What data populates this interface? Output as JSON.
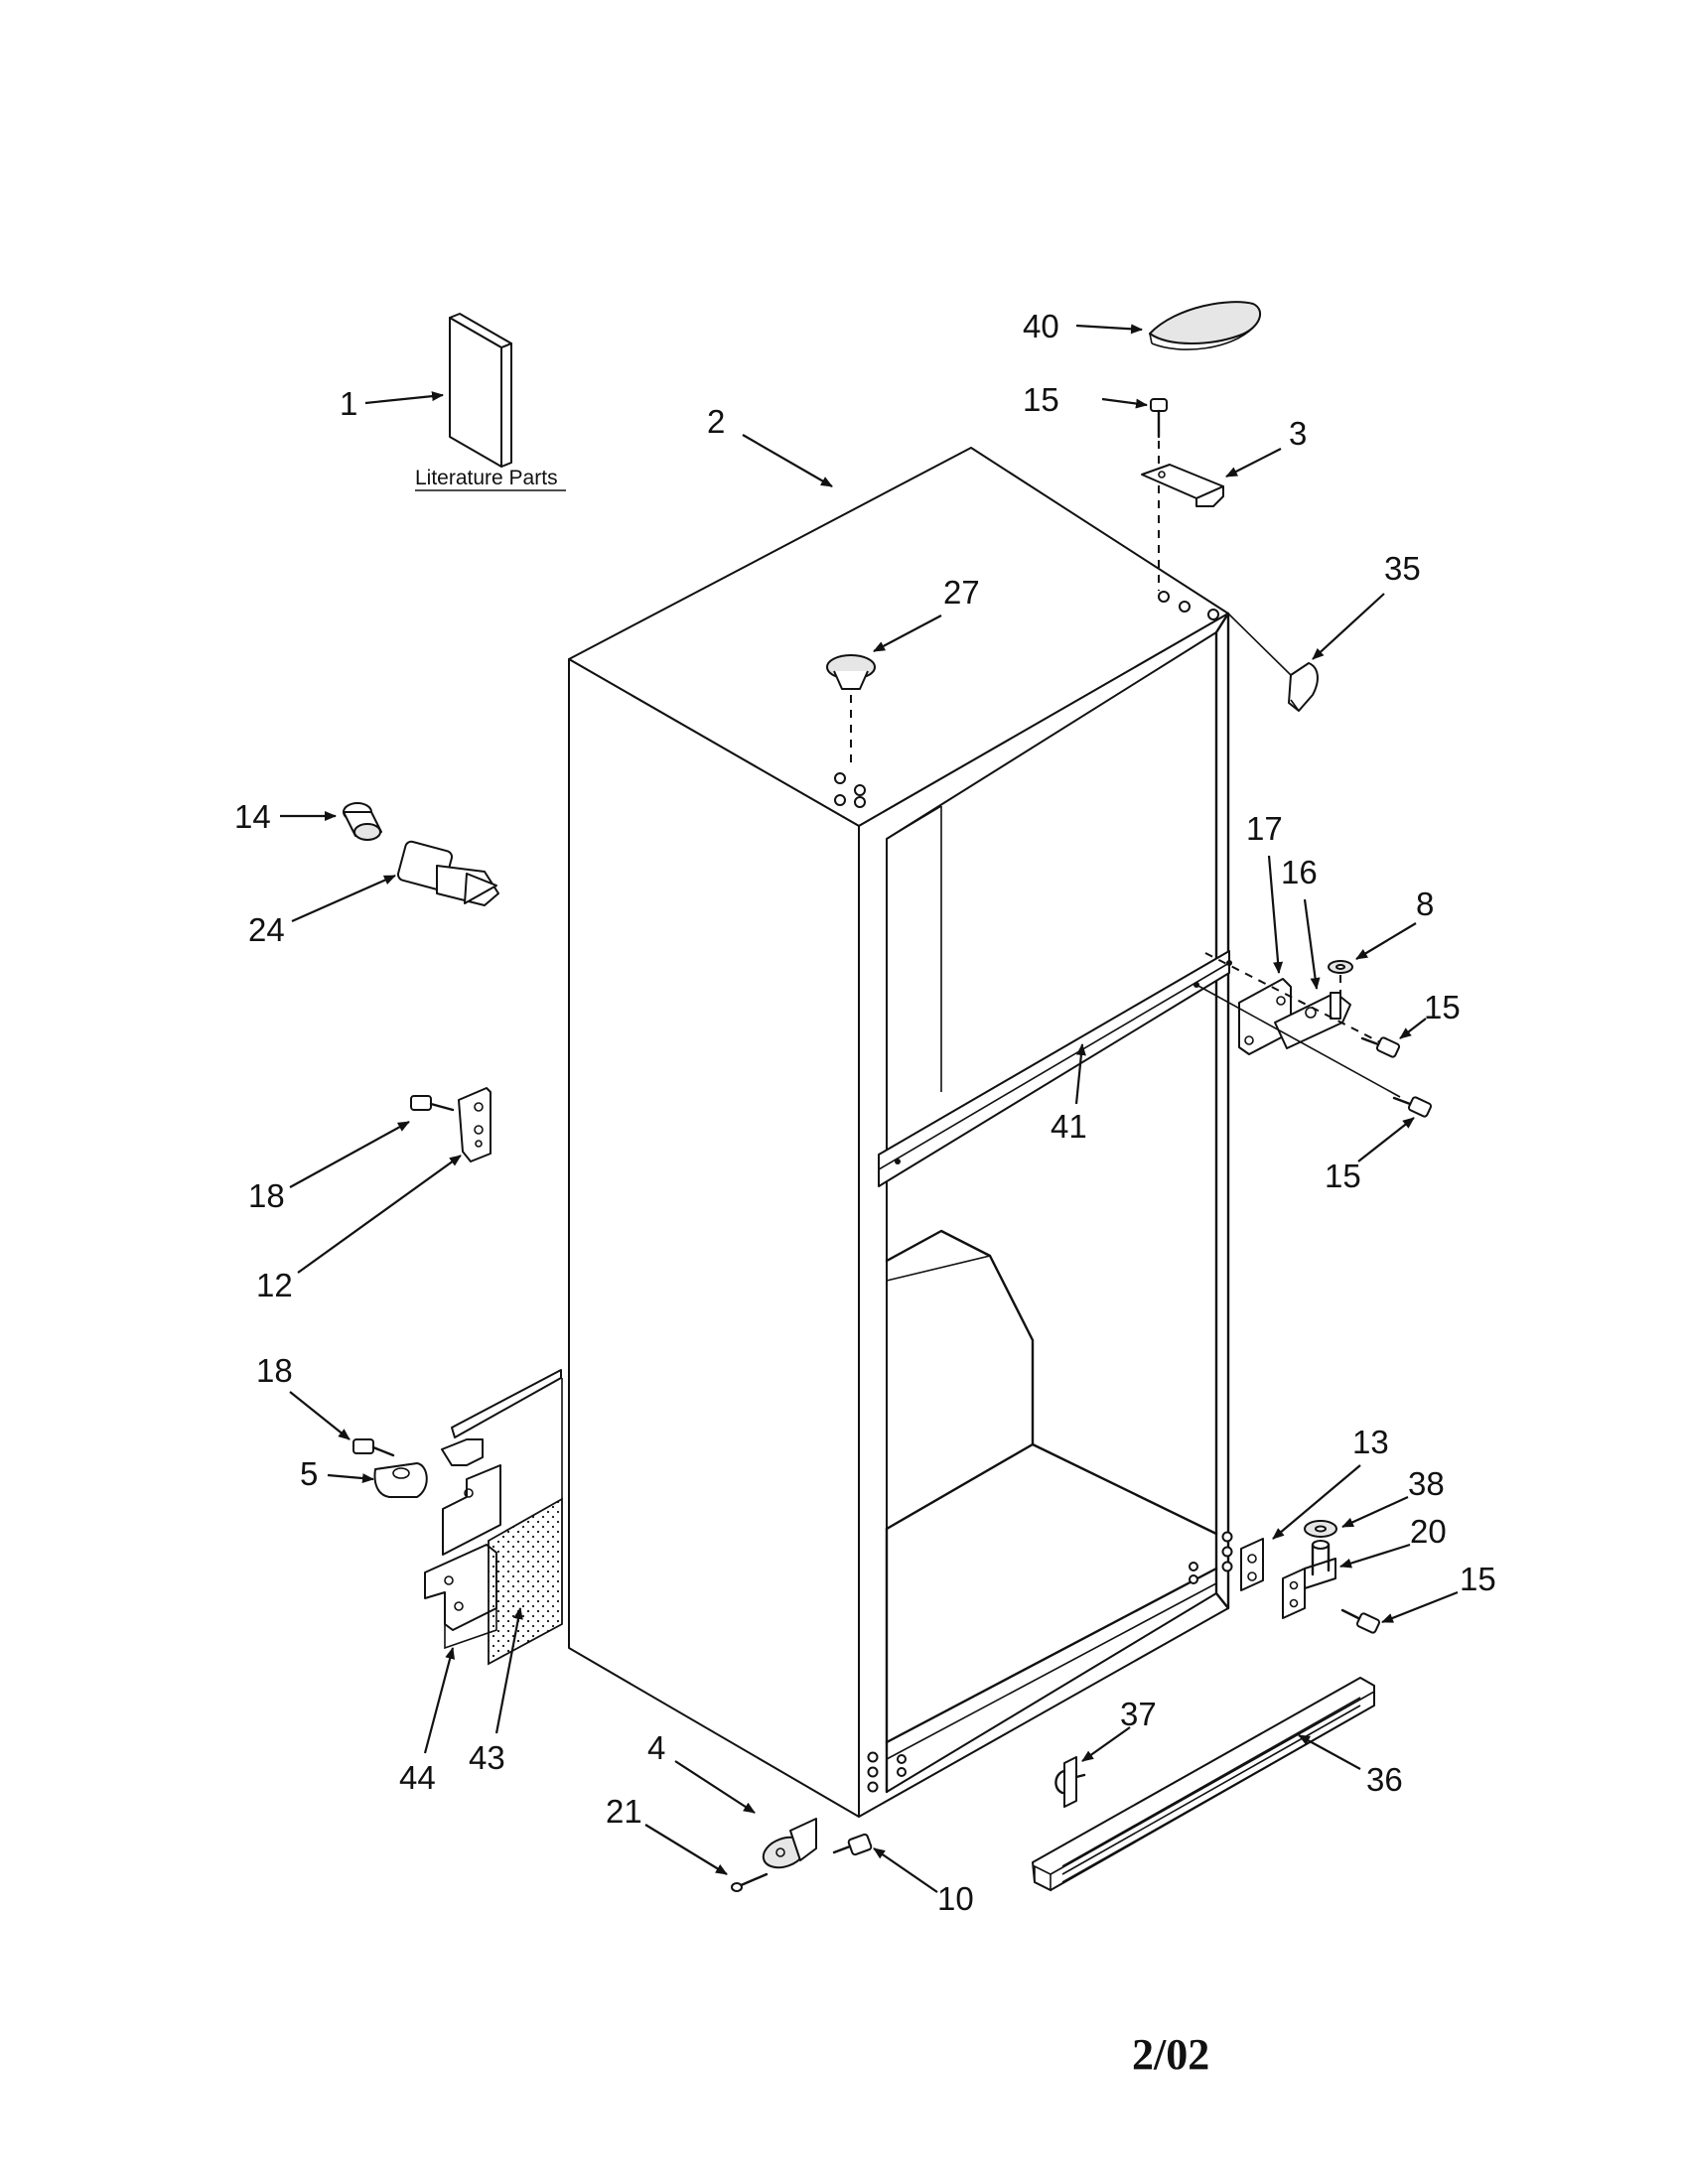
{
  "diagram": {
    "literature_label": "Literature Parts",
    "date_code": "2/02",
    "callouts": [
      {
        "id": "c1",
        "text": "1"
      },
      {
        "id": "c2",
        "text": "2"
      },
      {
        "id": "c40",
        "text": "40"
      },
      {
        "id": "c15a",
        "text": "15"
      },
      {
        "id": "c3",
        "text": "3"
      },
      {
        "id": "c35",
        "text": "35"
      },
      {
        "id": "c27",
        "text": "27"
      },
      {
        "id": "c14",
        "text": "14"
      },
      {
        "id": "c24",
        "text": "24"
      },
      {
        "id": "c17",
        "text": "17"
      },
      {
        "id": "c16",
        "text": "16"
      },
      {
        "id": "c8",
        "text": "8"
      },
      {
        "id": "c15b",
        "text": "15"
      },
      {
        "id": "c41",
        "text": "41"
      },
      {
        "id": "c15c",
        "text": "15"
      },
      {
        "id": "c18a",
        "text": "18"
      },
      {
        "id": "c12",
        "text": "12"
      },
      {
        "id": "c18b",
        "text": "18"
      },
      {
        "id": "c5",
        "text": "5"
      },
      {
        "id": "c13",
        "text": "13"
      },
      {
        "id": "c38",
        "text": "38"
      },
      {
        "id": "c20",
        "text": "20"
      },
      {
        "id": "c15d",
        "text": "15"
      },
      {
        "id": "c44",
        "text": "44"
      },
      {
        "id": "c43",
        "text": "43"
      },
      {
        "id": "c37",
        "text": "37"
      },
      {
        "id": "c36",
        "text": "36"
      },
      {
        "id": "c4",
        "text": "4"
      },
      {
        "id": "c21",
        "text": "21"
      },
      {
        "id": "c10",
        "text": "10"
      }
    ]
  }
}
